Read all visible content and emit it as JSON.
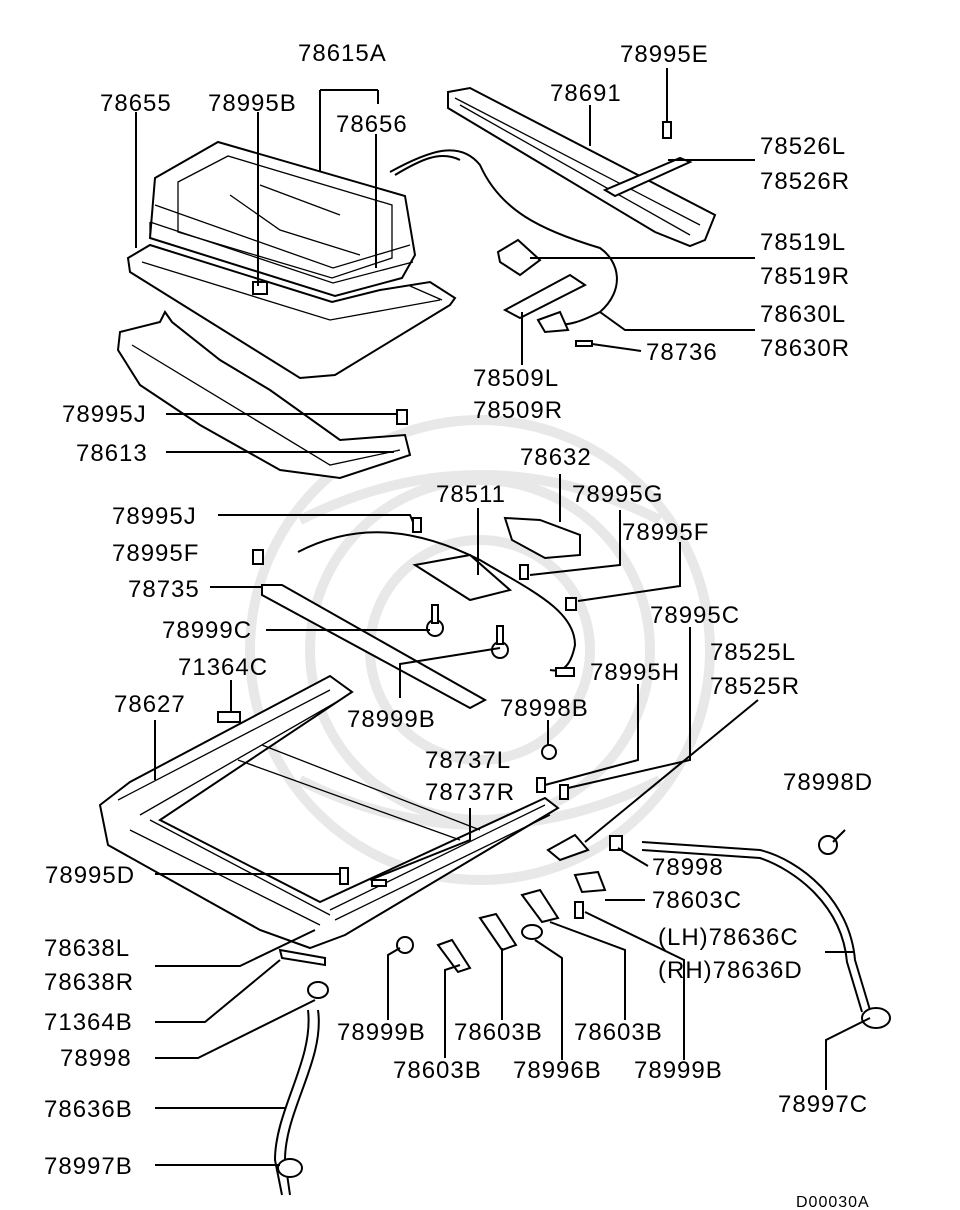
{
  "labels": {
    "l78615A": "78615A",
    "l78655": "78655",
    "l78995B": "78995B",
    "l78656": "78656",
    "l78995E": "78995E",
    "l78691": "78691",
    "l78526L": "78526L",
    "l78526R": "78526R",
    "l78519L": "78519L",
    "l78519R": "78519R",
    "l78630L": "78630L",
    "l78630R": "78630R",
    "l78736": "78736",
    "l78509L": "78509L",
    "l78509R": "78509R",
    "l78995J_1": "78995J",
    "l78613": "78613",
    "l78632": "78632",
    "l78511": "78511",
    "l78995G": "78995G",
    "l78995J_2": "78995J",
    "l78995F_1": "78995F",
    "l78995F_2": "78995F",
    "l78735": "78735",
    "l78999C": "78999C",
    "l78995C": "78995C",
    "l78525L": "78525L",
    "l78525R": "78525R",
    "l71364C": "71364C",
    "l78995H": "78995H",
    "l78627": "78627",
    "l78999B_1": "78999B",
    "l78998B": "78998B",
    "l78737L": "78737L",
    "l78737R": "78737R",
    "l78998D": "78998D",
    "l78998_1": "78998",
    "l78603C": "78603C",
    "l78995D": "78995D",
    "l78636C": "(LH)78636C",
    "l78636D": "(RH)78636D",
    "l78638L": "78638L",
    "l78638R": "78638R",
    "l71364B": "71364B",
    "l78998_2": "78998",
    "l78999B_2": "78999B",
    "l78603B_1": "78603B",
    "l78603B_2": "78603B",
    "l78603B_3": "78603B",
    "l78996B": "78996B",
    "l78999B_3": "78999B",
    "l78636B": "78636B",
    "l78997C": "78997C",
    "l78997B": "78997B"
  },
  "diagram_ref": "D00030A"
}
